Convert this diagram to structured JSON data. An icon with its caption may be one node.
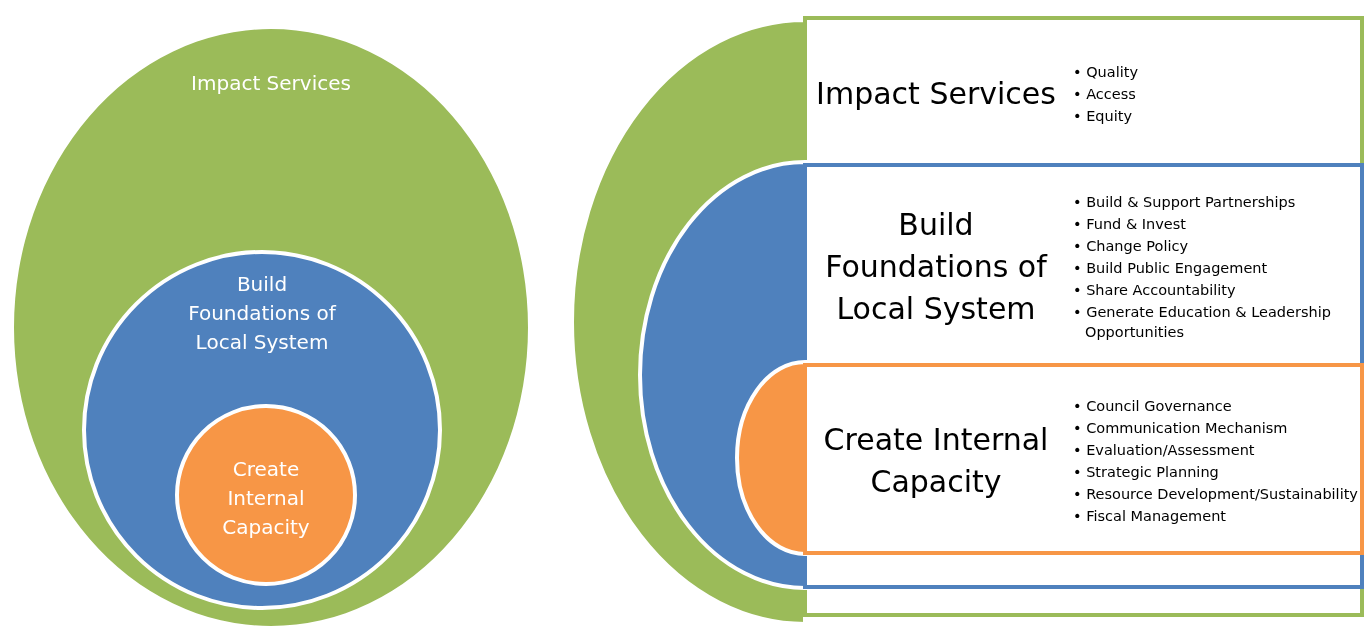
{
  "diagram": {
    "nodes": [
      {
        "text": [
          "Impact Services"
        ]
      },
      {
        "text": [
          "Build Foundations of Local System"
        ],
        "in": 0
      },
      {
        "text": [
          "Create Internal Capacity"
        ],
        "in": 1
      },
      {
        "text": [
          "Impact Services",
          "• Quality",
          "• Access",
          "• Equity"
        ]
      },
      {
        "text": [
          "Build Foundations of Local System",
          "• Build & Support Partnerships",
          "• Fund & Invest",
          "• Change Policy",
          "• Build Public Engagement",
          "• Share Accountability",
          "• Generate Education & Leadership Opportunities"
        ],
        "in": 3
      },
      {
        "text": [
          "Create Internal Capacity",
          "• Council Governance",
          "• Communication Mechanism",
          "• Evaluation/Assessment",
          "• Strategic Planning",
          "• Resource Development/Sustainability",
          "• Fiscal Management"
        ],
        "in": 4
      }
    ]
  }
}
